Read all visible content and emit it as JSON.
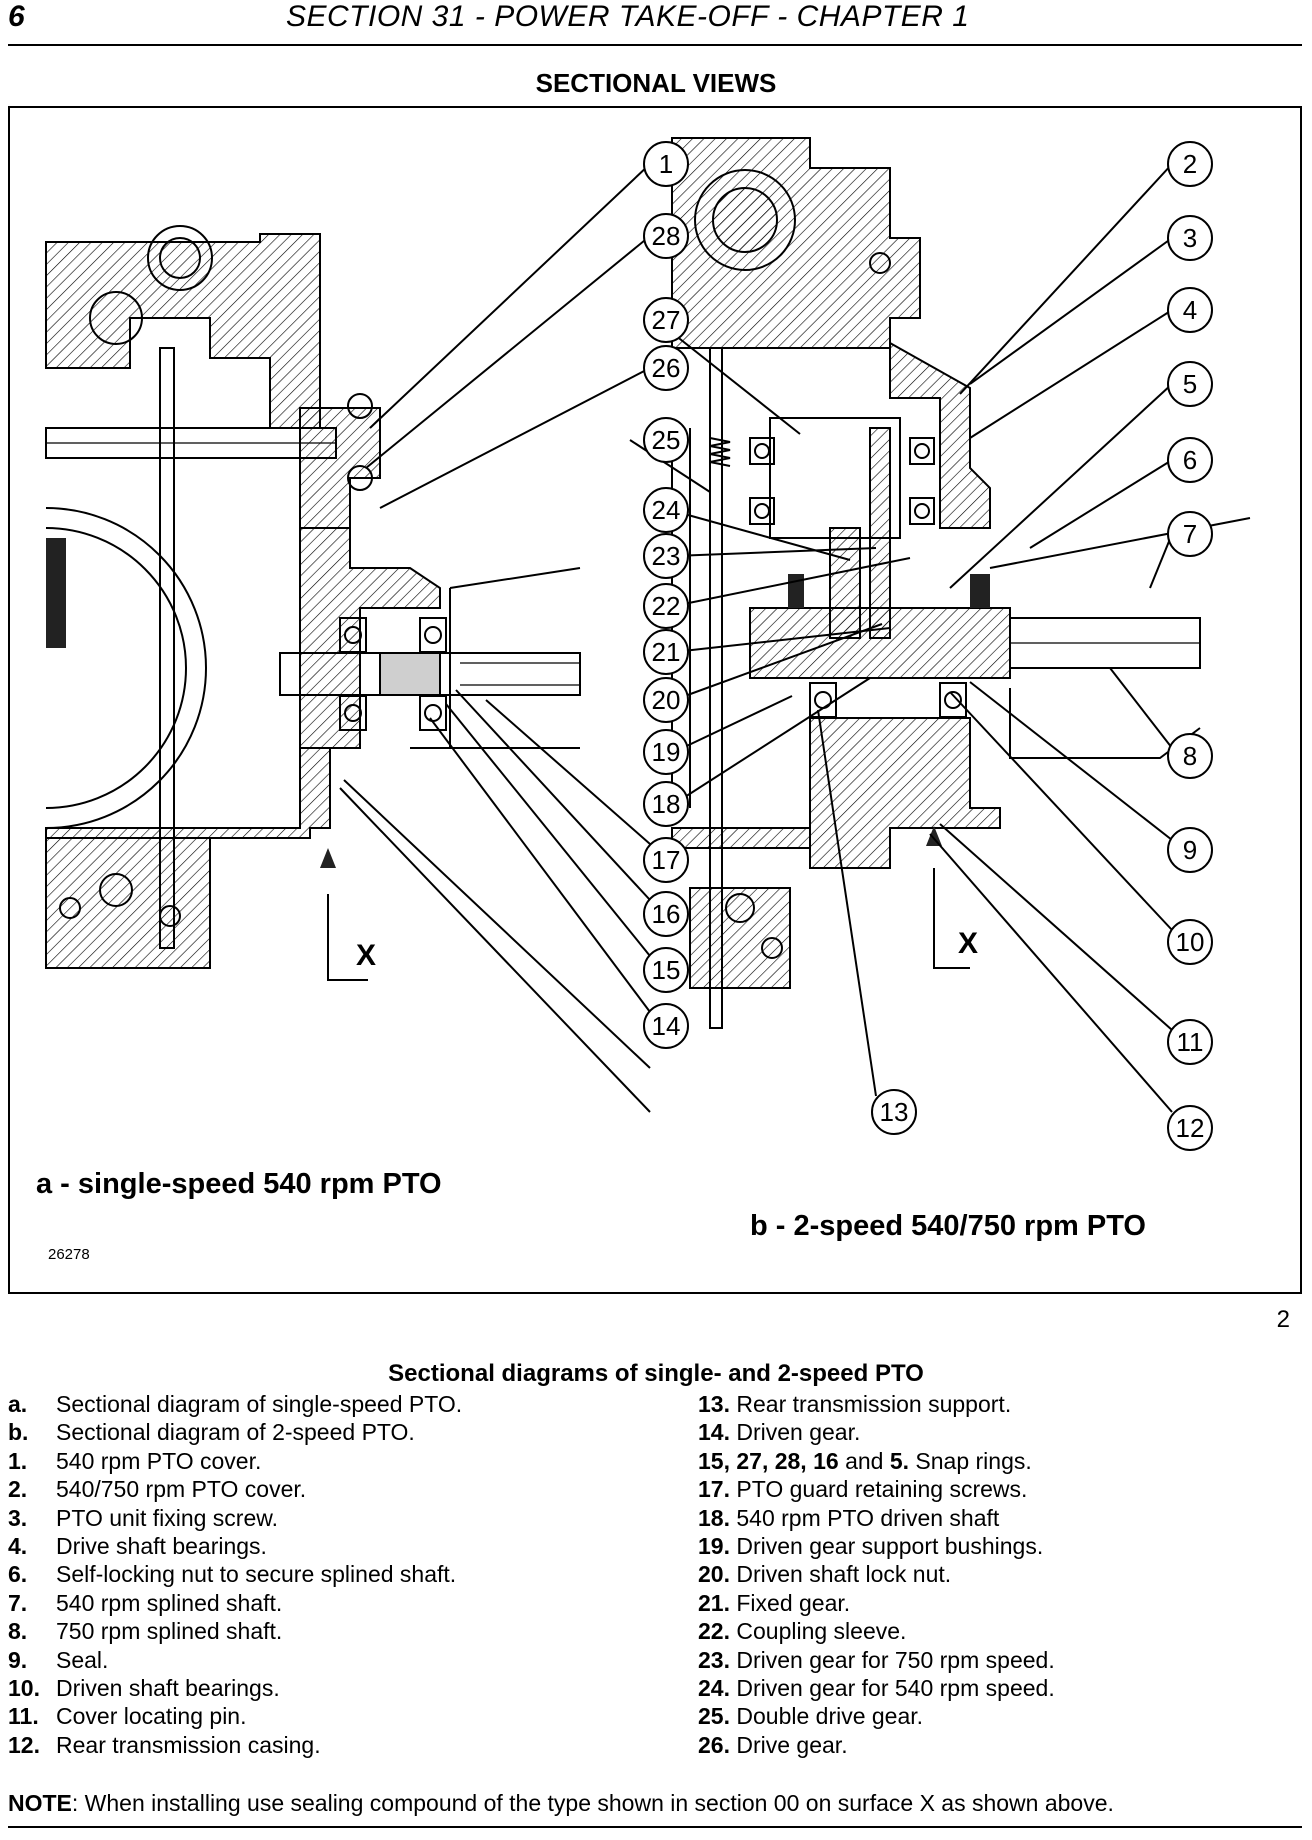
{
  "header": {
    "page_number": "6",
    "title": "SECTION 31 - POWER TAKE-OFF - CHAPTER 1"
  },
  "figure": {
    "title": "SECTIONAL VIEWS",
    "caption_a": "a - single-speed 540 rpm PTO",
    "caption_b": "b - 2-speed 540/750 rpm PTO",
    "ref_number": "26278",
    "surface_label": "X",
    "figure_number": "2",
    "callouts": [
      "1",
      "2",
      "3",
      "4",
      "5",
      "6",
      "7",
      "8",
      "9",
      "10",
      "11",
      "12",
      "13",
      "14",
      "15",
      "16",
      "17",
      "18",
      "19",
      "20",
      "21",
      "22",
      "23",
      "24",
      "25",
      "26",
      "27",
      "28"
    ]
  },
  "legend": {
    "title": "Sectional diagrams of single- and 2-speed PTO",
    "left": [
      {
        "key": "a.",
        "text": "Sectional diagram of single-speed PTO."
      },
      {
        "key": "b.",
        "text": "Sectional diagram of 2-speed PTO."
      },
      {
        "key": "1.",
        "text": "540 rpm PTO cover."
      },
      {
        "key": "2.",
        "text": "540/750 rpm PTO cover."
      },
      {
        "key": "3.",
        "text": "PTO unit fixing screw."
      },
      {
        "key": "4.",
        "text": "Drive shaft bearings."
      },
      {
        "key": "6.",
        "text": "Self-locking nut to secure splined shaft."
      },
      {
        "key": "7.",
        "text": "540 rpm splined shaft."
      },
      {
        "key": "8.",
        "text": "750 rpm splined shaft."
      },
      {
        "key": "9.",
        "text": "Seal."
      },
      {
        "key": "10.",
        "text": "Driven shaft bearings."
      },
      {
        "key": "11.",
        "text": "Cover locating pin."
      },
      {
        "key": "12.",
        "text": "Rear transmission casing."
      }
    ],
    "right": [
      {
        "key": "13.",
        "text": "Rear transmission support."
      },
      {
        "key": "14.",
        "text": "Driven gear."
      },
      {
        "key": "15, 27, 28, 16",
        "mid": "and",
        "key2": "5.",
        "text": "Snap rings."
      },
      {
        "key": "17.",
        "text": "PTO guard retaining screws."
      },
      {
        "key": "18.",
        "text": "540 rpm PTO driven shaft"
      },
      {
        "key": "19.",
        "text": "Driven gear support bushings."
      },
      {
        "key": "20.",
        "text": "Driven shaft lock nut."
      },
      {
        "key": "21.",
        "text": "Fixed gear."
      },
      {
        "key": "22.",
        "text": "Coupling sleeve."
      },
      {
        "key": "23.",
        "text": "Driven gear for 750 rpm speed."
      },
      {
        "key": "24.",
        "text": "Driven gear for 540 rpm speed."
      },
      {
        "key": "25.",
        "text": "Double drive gear."
      },
      {
        "key": "26.",
        "text": "Drive gear."
      }
    ]
  },
  "note": {
    "label": "NOTE",
    "text": ": When installing use sealing compound of the type shown in section 00 on surface X as shown above."
  }
}
